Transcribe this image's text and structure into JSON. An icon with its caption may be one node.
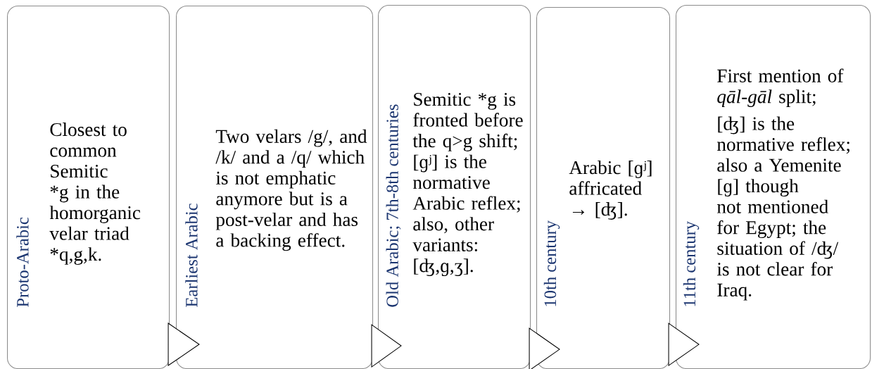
{
  "diagram": {
    "nodes": [
      {
        "text": [
          "Proto-Arabic",
          "Closest to common Semitic *g in the homorganic velar triad *q,g,k."
        ]
      },
      {
        "text": [
          "Earliest Arabic",
          "Two velars /g/, and /k/ and a /q/ which is not emphatic anymore but is a post-velar and has a backing effect."
        ]
      },
      {
        "text": [
          "Old Arabic; 7th-8th centuries",
          "Semitic *g is fronted before the q>g shift; [ɡʲ] is the normative Arabic reflex; also, other variants: [ʤ,ɡ,ʒ]."
        ]
      },
      {
        "text": [
          "10th century",
          "Arabic [ɡʲ] affricated → [ʤ]."
        ]
      },
      {
        "text": [
          "11th century",
          "First mention of *qāl-gāl* split;",
          "[ʤ] is the normative reflex; also a Yemenite [ɡ] though not mentioned for Egypt; the situation of /ʤ/ is not clear for Iraq."
        ]
      }
    ],
    "edges": [
      {
        "from": 0,
        "to": 1,
        "arrow": "to"
      },
      {
        "from": 1,
        "to": 2,
        "arrow": "to"
      },
      {
        "from": 2,
        "to": 3,
        "arrow": "to"
      },
      {
        "from": 3,
        "to": 4,
        "arrow": "to"
      }
    ]
  }
}
